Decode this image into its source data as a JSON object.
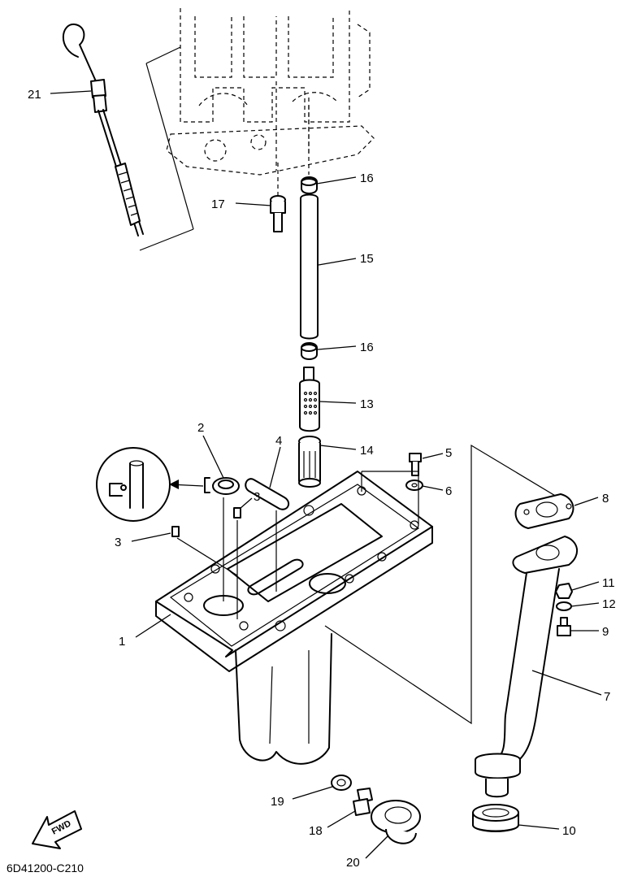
{
  "diagram_code": "6D41200-C210",
  "fwd_label": "FWD",
  "callouts": {
    "c1": "1",
    "c2": "2",
    "c3a": "3",
    "c3b": "3",
    "c4": "4",
    "c5": "5",
    "c6": "6",
    "c7": "7",
    "c8": "8",
    "c9": "9",
    "c10": "10",
    "c11": "11",
    "c12": "12",
    "c13": "13",
    "c14": "14",
    "c15": "15",
    "c16a": "16",
    "c16b": "16",
    "c17": "17",
    "c18": "18",
    "c19": "19",
    "c20": "20",
    "c21": "21"
  },
  "colors": {
    "line": "#000000",
    "background": "#ffffff"
  }
}
